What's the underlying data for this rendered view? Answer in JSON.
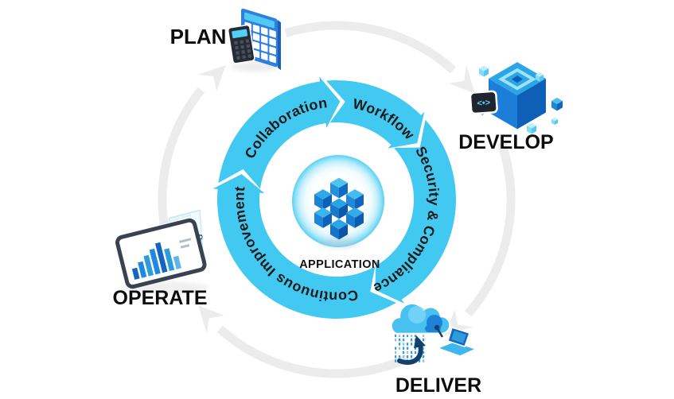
{
  "diagram": {
    "center_label": "APPLICATION",
    "stages": [
      {
        "id": "plan",
        "label": "PLAN"
      },
      {
        "id": "develop",
        "label": "DEVELOP"
      },
      {
        "id": "deliver",
        "label": "DELIVER"
      },
      {
        "id": "operate",
        "label": "OPERATE"
      }
    ],
    "ring_labels": [
      "Collaboration",
      "Workflow",
      "Security & Compliance",
      "Continuous Improvement"
    ],
    "develop_badge_glyph": "<•>",
    "colors": {
      "ring_cyan": "#42C9F1",
      "outer_arc_gray": "#ECECEC",
      "label_black": "#111111",
      "cube_top": "#3FB8EC",
      "cube_left": "#1E86D8",
      "cube_right": "#0F64BC",
      "center_glow": "#59CFF4"
    }
  }
}
